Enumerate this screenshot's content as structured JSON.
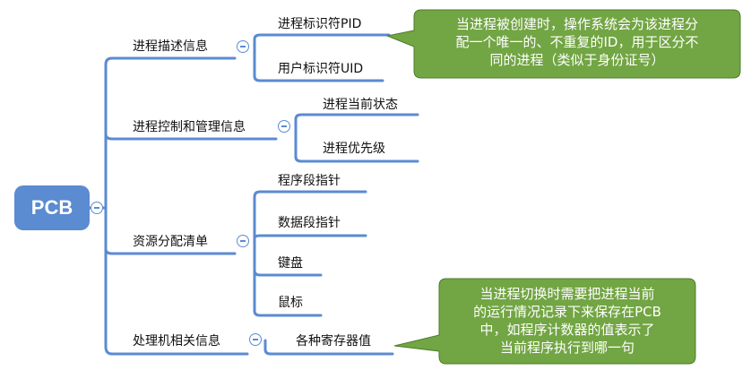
{
  "root": {
    "label": "PCB"
  },
  "branches": [
    {
      "label": "进程描述信息",
      "children": [
        "进程标识符PID",
        "用户标识符UID"
      ]
    },
    {
      "label": "进程控制和管理信息",
      "children": [
        "进程当前状态",
        "进程优先级"
      ]
    },
    {
      "label": "资源分配清单",
      "children": [
        "程序段指针",
        "数据段指针",
        "键盘",
        "鼠标"
      ]
    },
    {
      "label": "处理机相关信息",
      "children": [
        "各种寄存器值"
      ]
    }
  ],
  "callouts": [
    {
      "lines": [
        "当进程被创建时，操作系统会为该进程分",
        "配一个唯一的、不重复的ID，用于区分不",
        "同的进程（类似于身份证号）"
      ]
    },
    {
      "lines": [
        "当进程切换时需要把进程当前",
        "的运行情况记录下来保存在PCB",
        "中，如程序计数器的值表示了",
        "当前程序执行到哪一句"
      ]
    }
  ],
  "colors": {
    "line": "#5b8bd1",
    "root_fill": "#5b8bd1",
    "callout_fill": "#72a543",
    "callout_border": "#4e7d2c"
  }
}
